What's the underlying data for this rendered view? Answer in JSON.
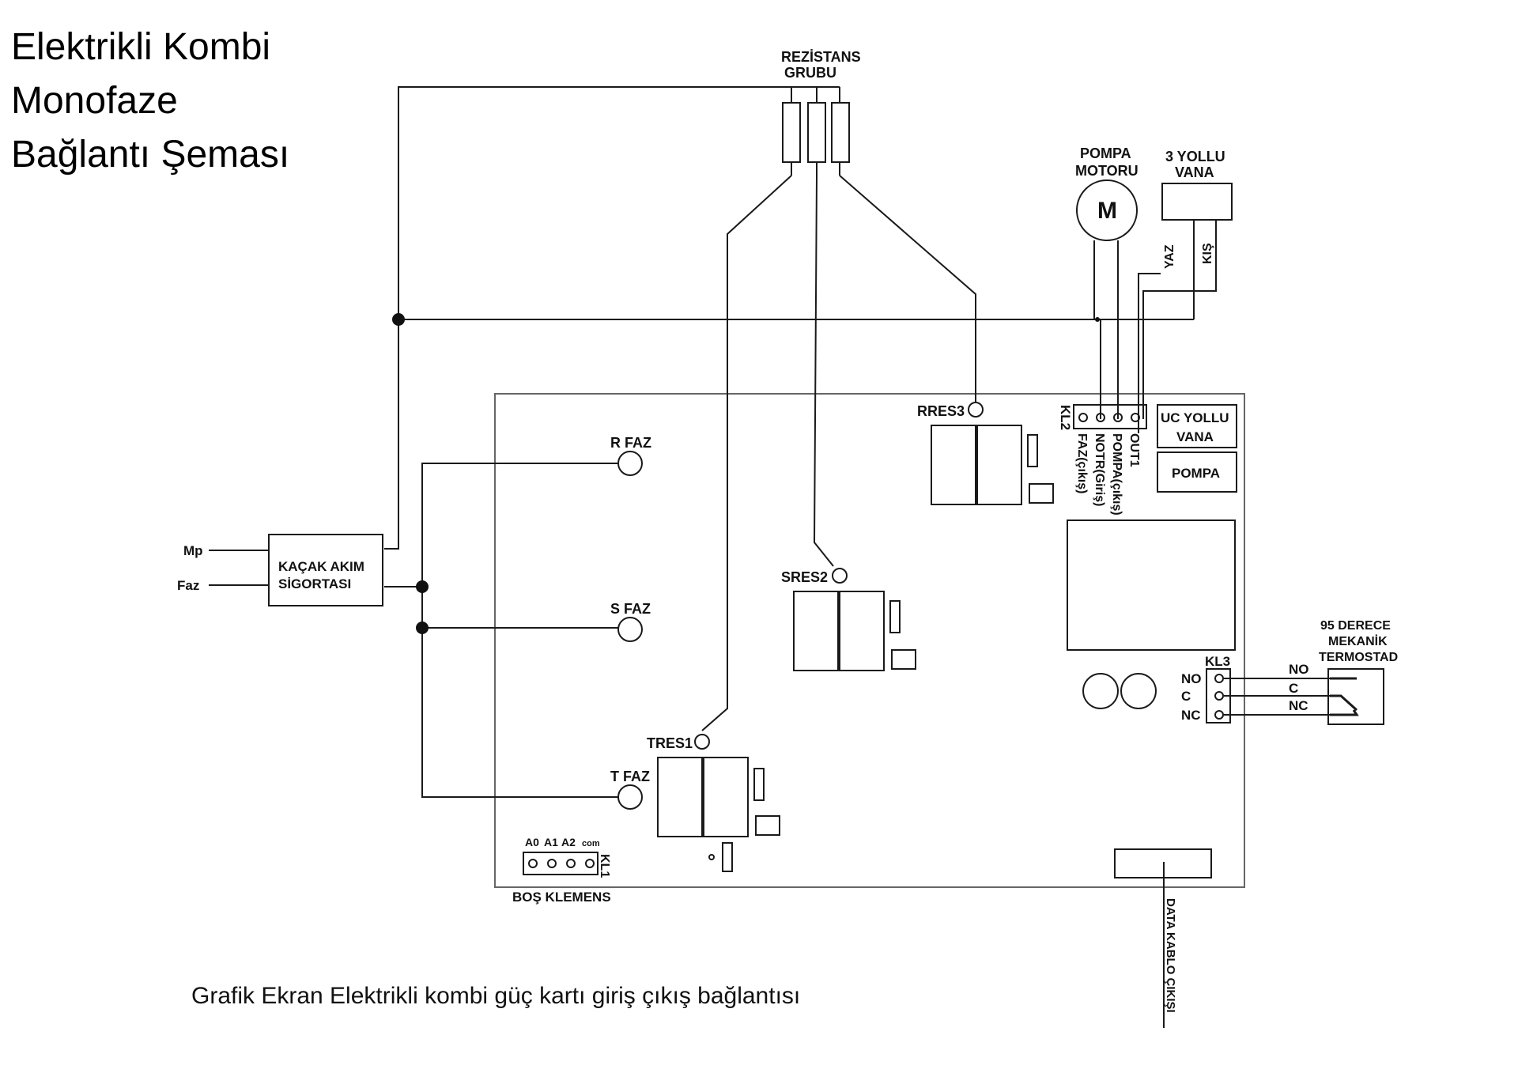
{
  "title": {
    "line1": "Elektrikli Kombi",
    "line2": "Monofaze",
    "line3": "Bağlantı Şeması"
  },
  "caption": "Grafik Ekran  Elektrikli kombi güç kartı giriş çıkış bağlantısı",
  "labels": {
    "rezistans1": "REZİSTANS",
    "rezistans2": "GRUBU",
    "pompa1": "POMPA",
    "pompa2": "MOTORU",
    "motor_symbol": "M",
    "vana1": "3 YOLLU",
    "vana2": "VANA",
    "yaz": "YAZ",
    "kis": "KIŞ",
    "mp": "Mp",
    "faz": "Faz",
    "kacak1": "KAÇAK AKIM",
    "kacak2": "SİGORTASI",
    "r_faz": "R FAZ",
    "s_faz": "S FAZ",
    "t_faz": "T FAZ",
    "rres3": "RRES3",
    "sres2": "SRES2",
    "tres1": "TRES1",
    "kl2": "KL2",
    "faz_cikis": "FAZ(çıkış)",
    "notr_giris": "NOTR(Giriş)",
    "pompa_cikis": "POMPA(çıkış)",
    "out1": "OUT1",
    "uc_yollu1": "UC YOLLU",
    "uc_yollu2": "VANA",
    "pompa_box": "POMPA",
    "termostad1": "95 DERECE",
    "termostad2": "MEKANİK",
    "termostad3": "TERMOSTAD",
    "kl3": "KL3",
    "no_left": "NO",
    "c_left": "C",
    "nc_left": "NC",
    "no_right": "NO",
    "c_right": "C",
    "nc_right": "NC",
    "a0": "A0",
    "a1": "A1",
    "a2": "A2",
    "com": "com",
    "kl1": "KL1",
    "bos_klemens": "BOŞ KLEMENS",
    "data_kablo": "DATA KABLO ÇIKIŞI"
  }
}
